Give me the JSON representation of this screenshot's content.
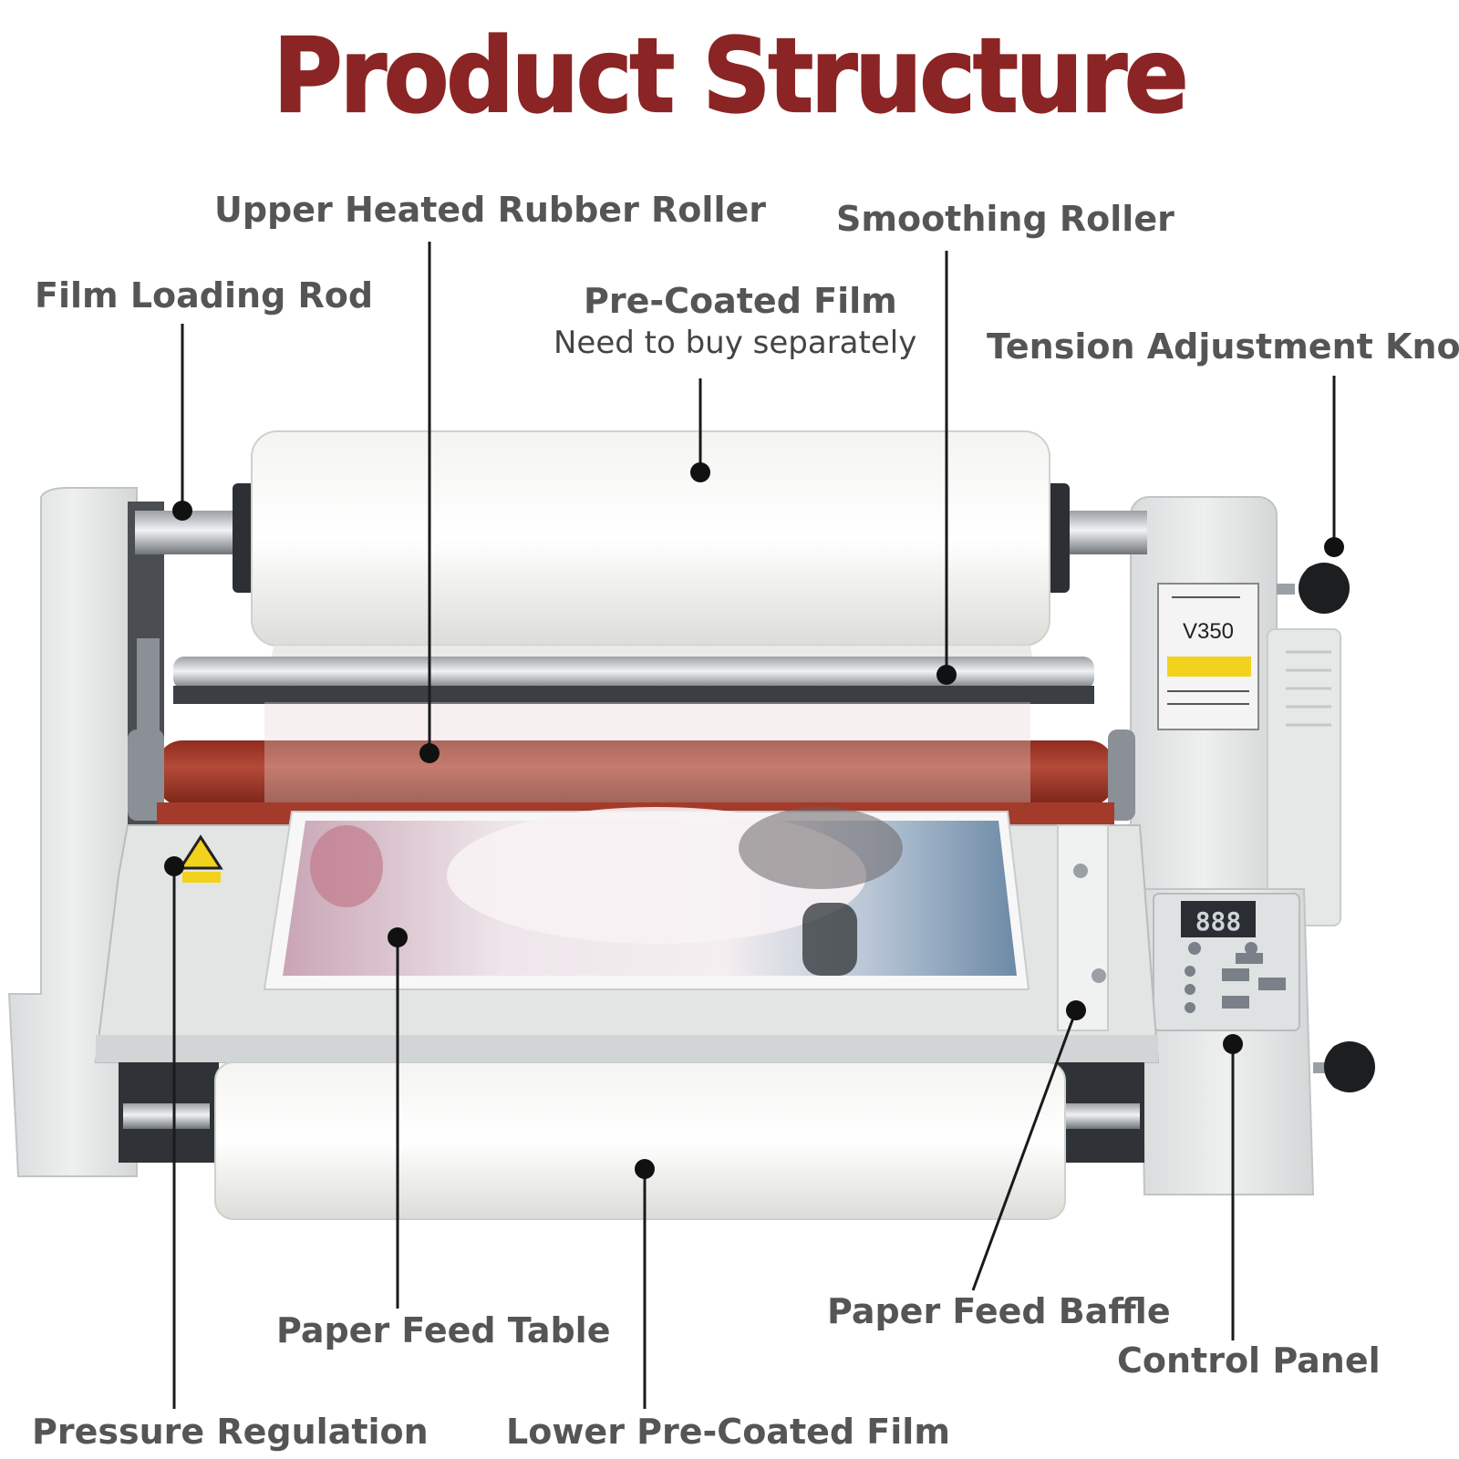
{
  "title": "Product Structure",
  "labels": {
    "upper_heated_rubber_roller": "Upper Heated Rubber Roller",
    "smoothing_roller": "Smoothing Roller",
    "film_loading_rod": "Film Loading Rod",
    "pre_coated_film": "Pre-Coated Film",
    "pre_coated_film_note": "Need to buy separately",
    "tension_adjustment_knob": "Tension Adjustment Knob",
    "paper_feed_table": "Paper Feed Table",
    "paper_feed_baffle": "Paper Feed Baffle",
    "control_panel": "Control Panel",
    "pressure_regulation": "Pressure Regulation",
    "lower_pre_coated_film": "Lower Pre-Coated Film"
  },
  "device": {
    "model": "V350",
    "display": "888"
  },
  "colors": {
    "title": "#8b2525",
    "label": "#555555",
    "rubber_roller": "#a83a2a",
    "body": "#e8eaea"
  }
}
